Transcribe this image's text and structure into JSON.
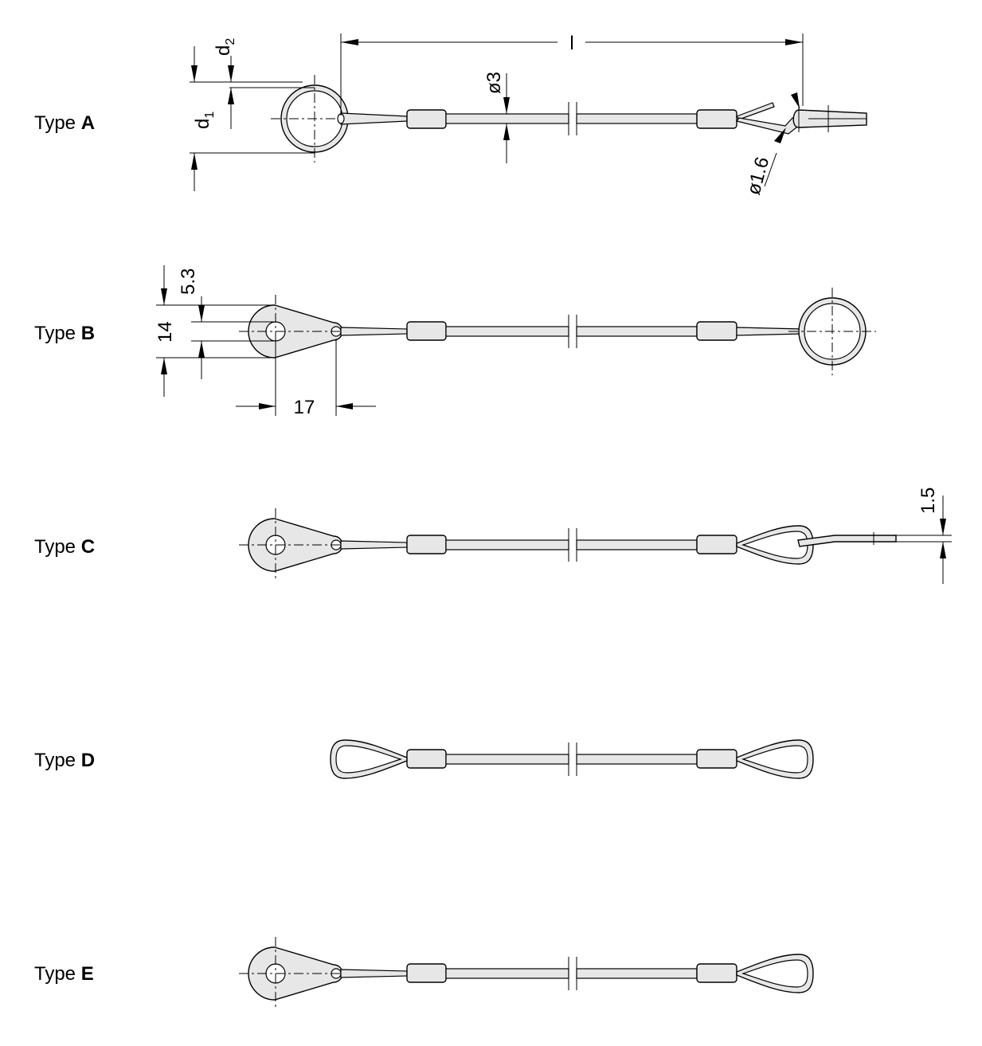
{
  "types": [
    {
      "prefix": "Type ",
      "letter": "A"
    },
    {
      "prefix": "Type ",
      "letter": "B"
    },
    {
      "prefix": "Type ",
      "letter": "C"
    },
    {
      "prefix": "Type ",
      "letter": "D"
    },
    {
      "prefix": "Type ",
      "letter": "E"
    }
  ],
  "dims": {
    "l": "l",
    "d2": "d",
    "d2_sub": "2",
    "d1": "d",
    "d1_sub": "1",
    "dia3": "ø3",
    "dia16": "ø1.6",
    "h53": "5.3",
    "h14": "14",
    "w17": "17",
    "t15": "1.5"
  }
}
